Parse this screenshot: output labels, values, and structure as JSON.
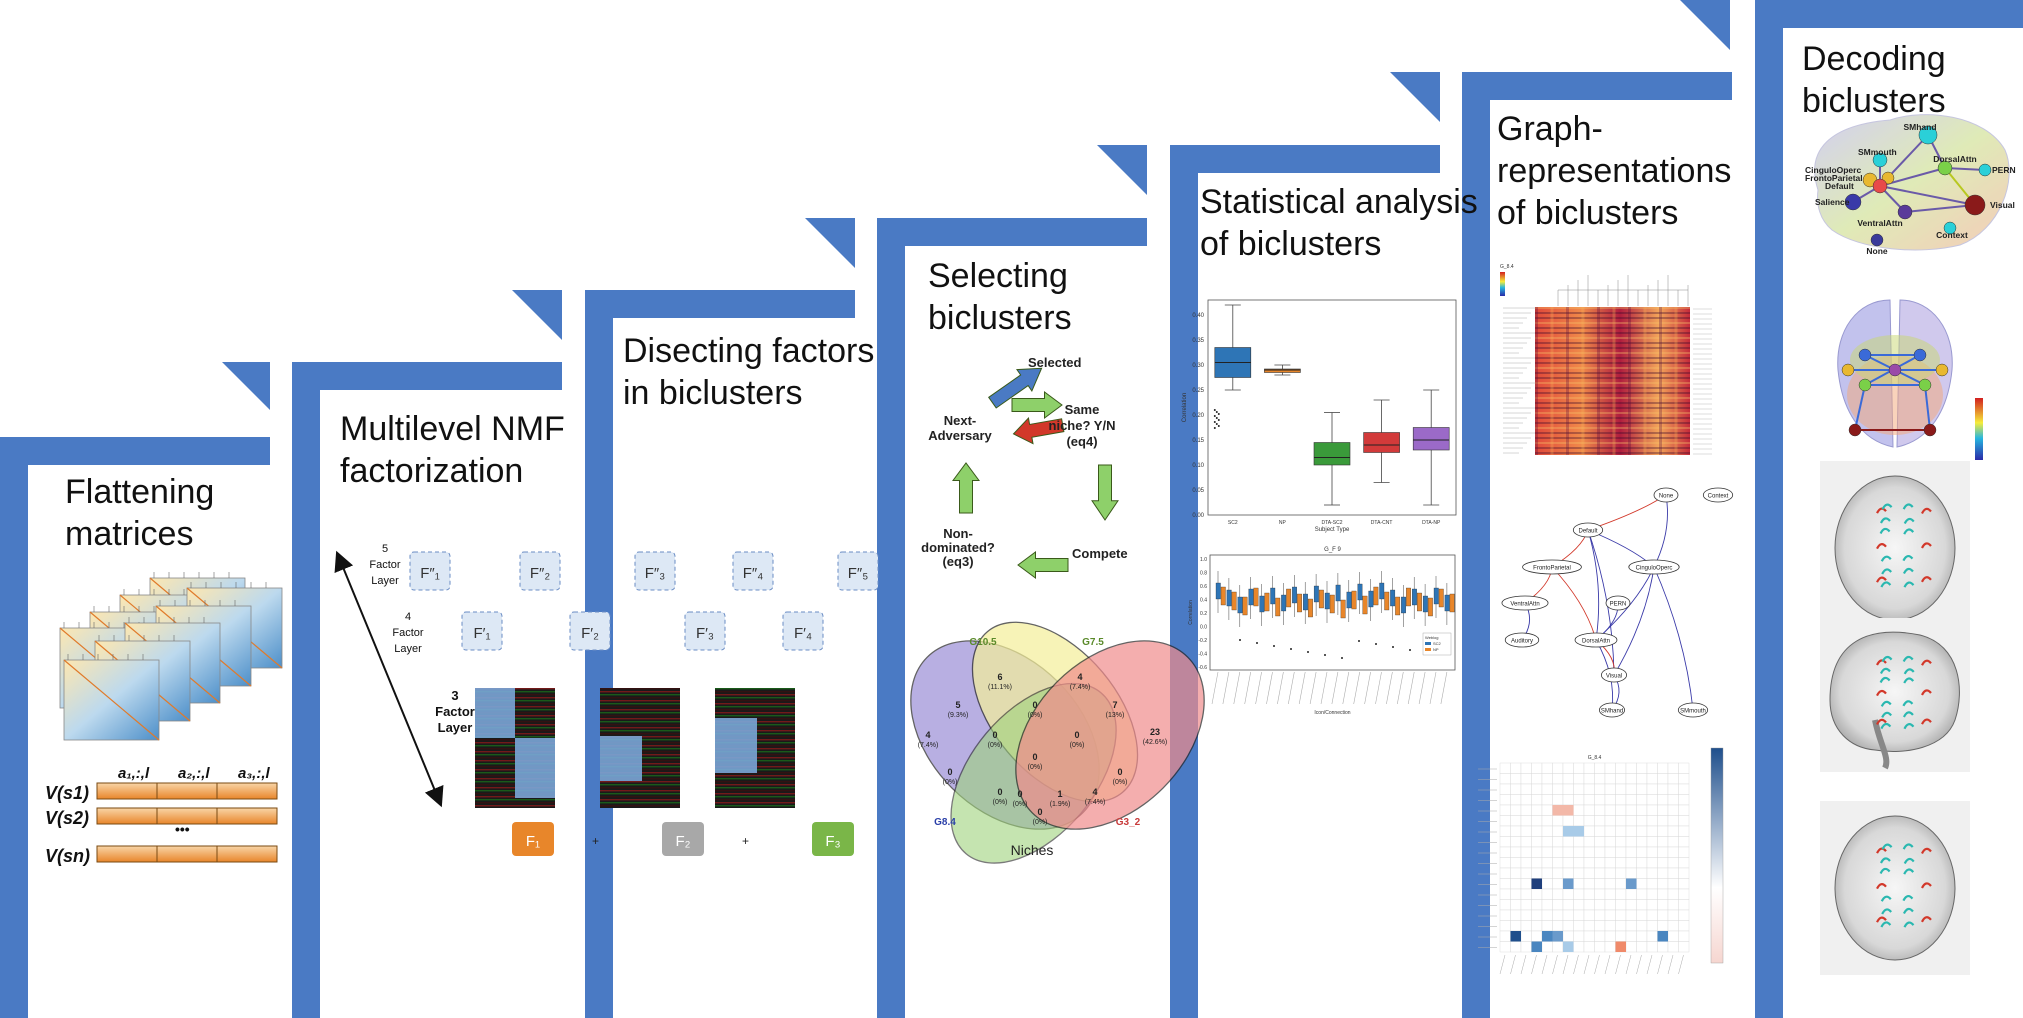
{
  "stages": [
    {
      "id": "flattening",
      "title": [
        "Flattening",
        "matrices"
      ]
    },
    {
      "id": "nmf",
      "title": [
        "Multilevel NMF",
        "factorization"
      ]
    },
    {
      "id": "disecting",
      "title": [
        "Disecting factors",
        "in biclusters"
      ]
    },
    {
      "id": "selecting",
      "title": [
        "Selecting",
        "biclusters"
      ]
    },
    {
      "id": "statistical",
      "title": [
        "Statistical analysis",
        " of biclusters"
      ]
    },
    {
      "id": "graph",
      "title": [
        "Graph-",
        "representations",
        "of  biclusters"
      ]
    },
    {
      "id": "decoding",
      "title": [
        "Decoding",
        "biclusters"
      ]
    }
  ],
  "colors": {
    "stair_blue": "#4a7ac4",
    "orange": "#e8862a",
    "grey": "#a8a8a8",
    "green": "#7ab648",
    "venn_purple": "#9b8ed6",
    "venn_yellow": "#f5ef9a",
    "venn_green": "#9fd37c",
    "venn_red": "#f08c8c"
  },
  "flattening": {
    "col_labels": [
      "a₁,:,l",
      "a₂,:,l",
      "a₃,:,l"
    ],
    "row_labels": [
      "V(s1)",
      "V(s2)",
      "V(sn)"
    ],
    "ellipsis": "•••"
  },
  "nmf": {
    "layers": [
      {
        "label": [
          "5",
          "Factor",
          "Layer"
        ],
        "boxes": [
          "F″₁",
          "F″₂",
          "F″₃",
          "F″₄",
          "F″₅"
        ]
      },
      {
        "label": [
          "4",
          "Factor",
          "Layer"
        ],
        "boxes": [
          "F′₁",
          "F′₂",
          "F′₃",
          "F′₄"
        ]
      },
      {
        "label": [
          "3",
          "Factor",
          "Layer"
        ],
        "boxes": []
      }
    ],
    "sum_boxes": [
      "F₁",
      "F₂",
      "F₃"
    ],
    "plus": "+"
  },
  "selection": {
    "steps": [
      "Selected",
      "Same",
      "niche? Y/N",
      "(eq4)",
      "Compete",
      "Non-",
      "dominated?",
      "(eq3)",
      "Next-",
      "Adversary"
    ]
  },
  "venn": {
    "sets": [
      "G10.5",
      "G7.5",
      "G8.4",
      "G3_2"
    ],
    "set_colors": [
      "#5a8a2a",
      "#5a8a2a",
      "#2a3fa8",
      "#c83a3a"
    ],
    "regions": [
      [
        "6",
        "(11.1%)"
      ],
      [
        "4",
        "(7.4%)"
      ],
      [
        "5",
        "(9.3%)"
      ],
      [
        "0",
        "(0%)"
      ],
      [
        "7",
        "(13%)"
      ],
      [
        "4",
        "(7.4%)"
      ],
      [
        "0",
        "(0%)"
      ],
      [
        "0",
        "(0%)"
      ],
      [
        "23",
        "(42.6%)"
      ],
      [
        "0",
        "(0%)"
      ],
      [
        "0",
        "(0%)"
      ],
      [
        "0",
        "(0%)"
      ],
      [
        "0",
        "(0%)"
      ],
      [
        "4",
        "(7.4%)"
      ],
      [
        "0",
        "(0%)"
      ],
      [
        "1",
        "(1.9%)"
      ],
      [
        "0",
        "(0%)"
      ]
    ],
    "caption": "Niches"
  },
  "statistical": {
    "boxplot": {
      "xlabel": "Subject Type",
      "ylabel": "Correlation",
      "categories": [
        "SC2",
        "NP",
        "DTA-SC2",
        "DTA-CNT",
        "DTA-NP"
      ],
      "colors": [
        "#2e75b6",
        "#e8862a",
        "#3a9a3a",
        "#d23a3a",
        "#9b6ac8"
      ],
      "boxes": [
        {
          "min": 0.25,
          "q1": 0.275,
          "med": 0.305,
          "q3": 0.335,
          "max": 0.42
        },
        {
          "min": 0.28,
          "q1": 0.285,
          "med": 0.29,
          "q3": 0.292,
          "max": 0.3
        },
        {
          "min": 0.02,
          "q1": 0.1,
          "med": 0.115,
          "q3": 0.145,
          "max": 0.205
        },
        {
          "min": 0.065,
          "q1": 0.125,
          "med": 0.14,
          "q3": 0.165,
          "max": 0.23
        },
        {
          "min": 0.02,
          "q1": 0.13,
          "med": 0.15,
          "q3": 0.175,
          "max": 0.25
        }
      ],
      "yticks": [
        "0.40",
        "0.35",
        "0.30",
        "0.25",
        "0.20",
        "0.15",
        "0.10",
        "0.05",
        "0.00"
      ],
      "ylim": [
        0.0,
        0.43
      ]
    },
    "connbox": {
      "title": "G_F 9",
      "xlabel": "Icon/Connection",
      "ylabel": "Correlation",
      "legend": [
        "SC2",
        "NP"
      ],
      "legend_title": "Weblog",
      "yticks": [
        "1.0",
        "0.8",
        "0.6",
        "0.4",
        "0.2",
        "0.0",
        "-0.2",
        "-0.4",
        "-0.6"
      ]
    }
  },
  "graph": {
    "heatmap_title": "G_8.4",
    "network_nodes": [
      "None",
      "Context",
      "Default",
      "FrontoParietal",
      "CinguloOperc",
      "VentralAttn",
      "PERN",
      "Auditory",
      "DorsalAttn",
      "Visual",
      "SMhand",
      "SMmouth"
    ],
    "matrix_title": "G_8.4"
  },
  "decoding": {
    "brain_nodes": [
      "SMhand",
      "SMmouth",
      "DorsalAttn",
      "PERN",
      "CinguloOperc",
      "FrontoParietal",
      "Default",
      "Salience",
      "Visual",
      "VentralAttn",
      "Context",
      "None"
    ]
  }
}
